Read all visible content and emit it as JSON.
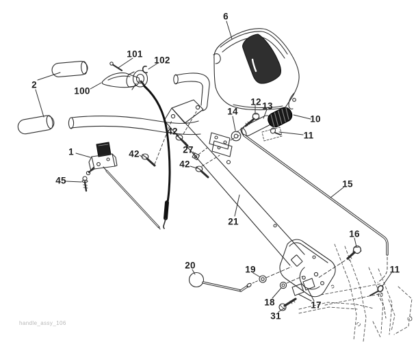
{
  "figure": {
    "caption": "handle_assy_106",
    "background_color": "#ffffff",
    "ink_color": "#2b2b2b",
    "dark_fill_color": "#1f1f1f"
  },
  "callouts": [
    {
      "part": "6"
    },
    {
      "part": "2"
    },
    {
      "part": "101"
    },
    {
      "part": "102"
    },
    {
      "part": "100"
    },
    {
      "part": "14"
    },
    {
      "part": "12"
    },
    {
      "part": "13"
    },
    {
      "part": "10"
    },
    {
      "part": "11"
    },
    {
      "part": "42"
    },
    {
      "part": "42"
    },
    {
      "part": "27"
    },
    {
      "part": "42"
    },
    {
      "part": "1"
    },
    {
      "part": "45"
    },
    {
      "part": "15"
    },
    {
      "part": "21"
    },
    {
      "part": "16"
    },
    {
      "part": "20"
    },
    {
      "part": "19"
    },
    {
      "part": "11"
    },
    {
      "part": "18"
    },
    {
      "part": "17"
    },
    {
      "part": "31"
    }
  ]
}
